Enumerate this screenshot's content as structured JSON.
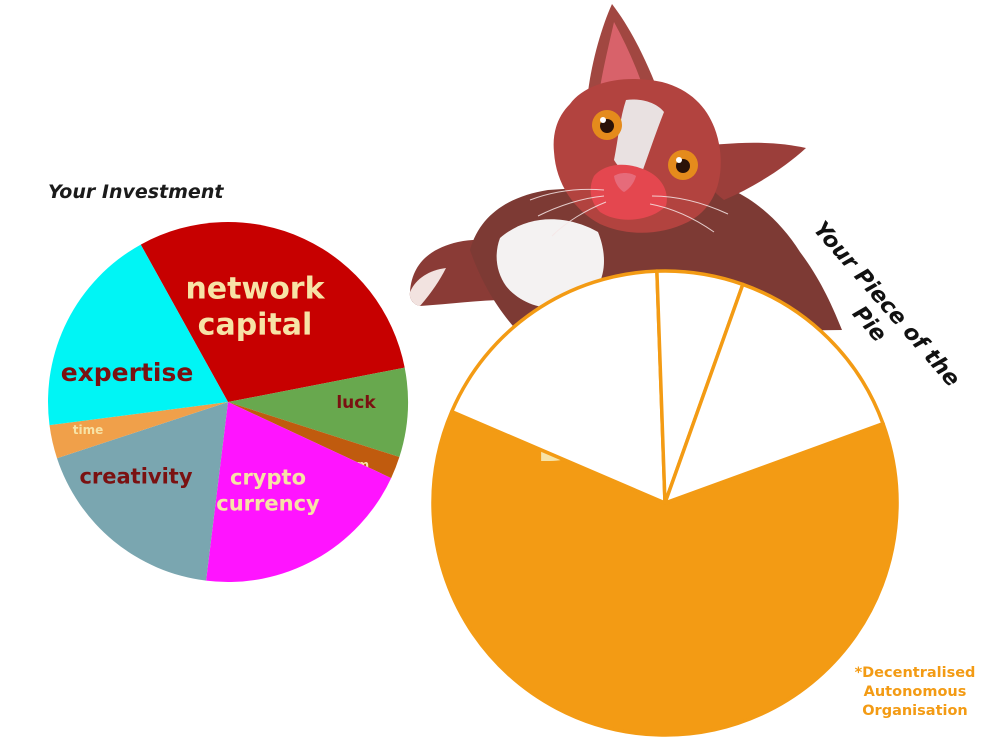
{
  "investment": {
    "title": "Your Investment"
  },
  "piece": {
    "title": "Your Piece of the Pie",
    "title_lines": [
      "Your Piece of the",
      "Pie"
    ]
  },
  "footnote": {
    "lines": [
      "*Decentralised",
      "Autonomous",
      "Organisation"
    ]
  },
  "illustration": {
    "subject": "cat"
  },
  "colors": {
    "network_capital": "#c70000",
    "luck": "#68a84e",
    "charm": "#c05b0e",
    "crypto_currency": "#ff14ff",
    "creativity": "#7aa6b0",
    "time": "#f0a04a",
    "expertise": "#00f5f5",
    "meow_dao": "#f39b14",
    "label_light": "#f7e3a6",
    "label_dark": "#7a1111"
  },
  "chart_data": [
    {
      "type": "pie",
      "title": "Your Investment",
      "slices": [
        {
          "label": "network capital",
          "lines": [
            "network",
            "capital"
          ],
          "value": 30,
          "color": "#c70000",
          "label_color": "#f7e3a6"
        },
        {
          "label": "luck",
          "lines": [
            "luck"
          ],
          "value": 8,
          "color": "#68a84e",
          "label_color": "#7a1111"
        },
        {
          "label": "charm",
          "lines": [
            "charm"
          ],
          "value": 2,
          "color": "#c05b0e",
          "label_color": "#f7e3a6"
        },
        {
          "label": "crypto currency",
          "lines": [
            "crypto",
            "currency"
          ],
          "value": 20,
          "color": "#ff14ff",
          "label_color": "#f7e3a6"
        },
        {
          "label": "creativity",
          "lines": [
            "creativity"
          ],
          "value": 18,
          "color": "#7aa6b0",
          "label_color": "#7a1111"
        },
        {
          "label": "time",
          "lines": [
            "time"
          ],
          "value": 3,
          "color": "#f0a04a",
          "label_color": "#f7e3a6"
        },
        {
          "label": "expertise",
          "lines": [
            "expertise"
          ],
          "value": 19,
          "color": "#00f5f5",
          "label_color": "#7a1111"
        }
      ]
    },
    {
      "type": "pie",
      "title": "Your Piece of the Pie",
      "slices": [
        {
          "label": "meow DAO*",
          "lines": [
            "meow",
            "DAO*"
          ],
          "value": 62,
          "color": "#f39b14",
          "label_color": "#f7e3a6"
        },
        {
          "label": "",
          "lines": [],
          "value": 18,
          "color": "#ffffff",
          "label_color": ""
        },
        {
          "label": "",
          "lines": [],
          "value": 6,
          "color": "#ffffff",
          "label_color": ""
        },
        {
          "label": "",
          "lines": [],
          "value": 14,
          "color": "#ffffff",
          "label_color": ""
        }
      ]
    }
  ]
}
